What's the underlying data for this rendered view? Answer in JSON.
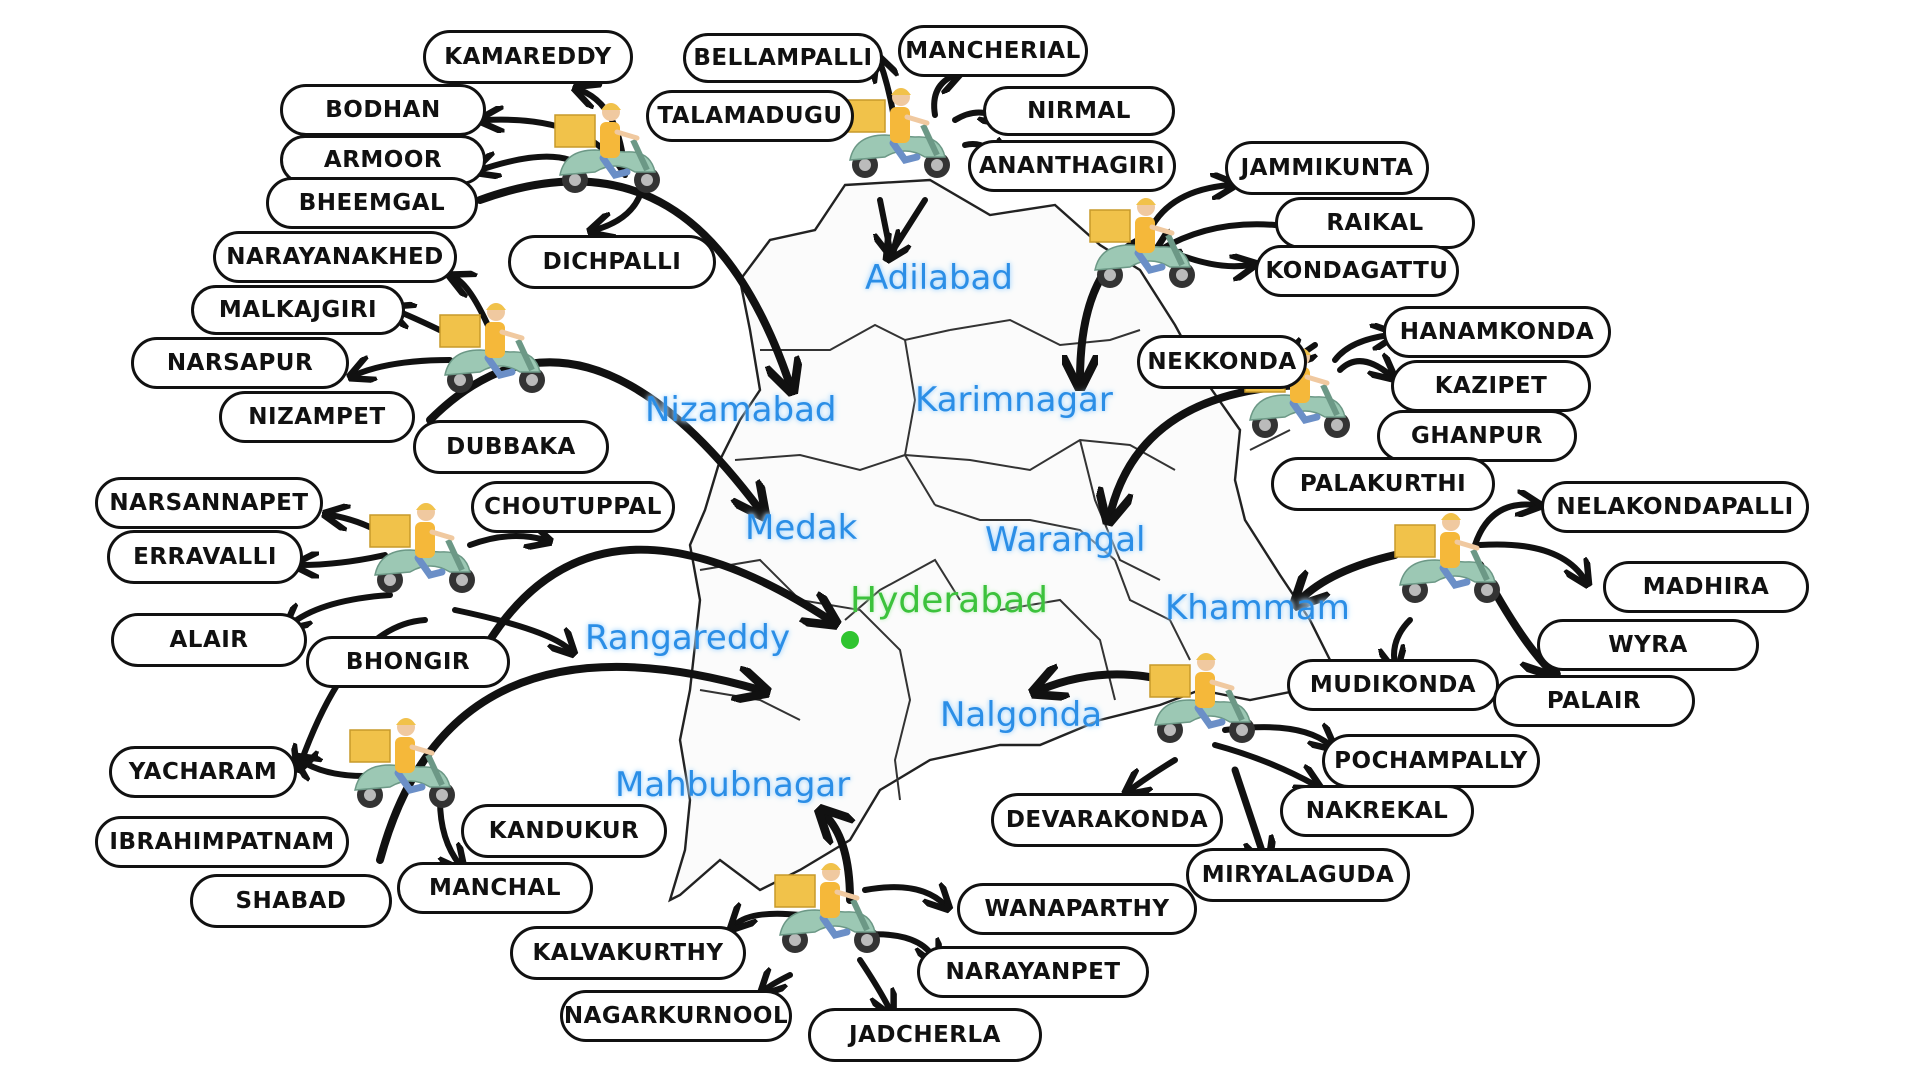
{
  "map": {
    "capital": "Hyderabad",
    "districts": [
      "Adilabad",
      "Nizamabad",
      "Karimnagar",
      "Medak",
      "Warangal",
      "Rangareddy",
      "Khammam",
      "Nalgonda",
      "Mahbubnagar"
    ]
  },
  "colors": {
    "district_label": "#2b8ee6",
    "capital_label": "#3cc23c",
    "capital_dot": "#2fc42f",
    "stroke": "#111111"
  },
  "icons": [
    "delivery-scooter-icon"
  ],
  "hubs": [
    {
      "towns": [
        "KAMAREDDY",
        "BODHAN",
        "ARMOOR",
        "BHEEMGAL",
        "DICHPALLI"
      ]
    },
    {
      "towns": [
        "BELLAMPALLI",
        "MANCHERIAL",
        "TALAMADUGU",
        "NIRMAL",
        "ANANTHAGIRI"
      ]
    },
    {
      "towns": [
        "JAMMIKUNTA",
        "RAIKAL",
        "KONDAGATTU"
      ]
    },
    {
      "towns": [
        "NARAYANAKHED",
        "MALKAJGIRI",
        "NARSAPUR",
        "NIZAMPET",
        "DUBBAKA"
      ]
    },
    {
      "towns": [
        "NEKKONDA",
        "HANAMKONDA",
        "KAZIPET",
        "GHANPUR",
        "PALAKURTHI"
      ]
    },
    {
      "towns": [
        "NARSANNAPET",
        "CHOUTUPPAL",
        "ERRAVALLI",
        "ALAIR",
        "BHONGIR"
      ]
    },
    {
      "towns": [
        "NELAKONDAPALLI",
        "MADHIRA",
        "WYRA",
        "MUDIKONDA",
        "PALAIR"
      ]
    },
    {
      "towns": [
        "POCHAMPALLY",
        "DEVARAKONDA",
        "NAKREKAL",
        "MIRYALAGUDA"
      ]
    },
    {
      "towns": [
        "YACHARAM",
        "IBRAHIMPATNAM",
        "KANDUKUR",
        "SHABAD",
        "MANCHAL"
      ]
    },
    {
      "towns": [
        "WANAPARTHY",
        "KALVAKURTHY",
        "NARAYANPET",
        "NAGARKURNOOL",
        "JADCHERLA"
      ]
    }
  ]
}
